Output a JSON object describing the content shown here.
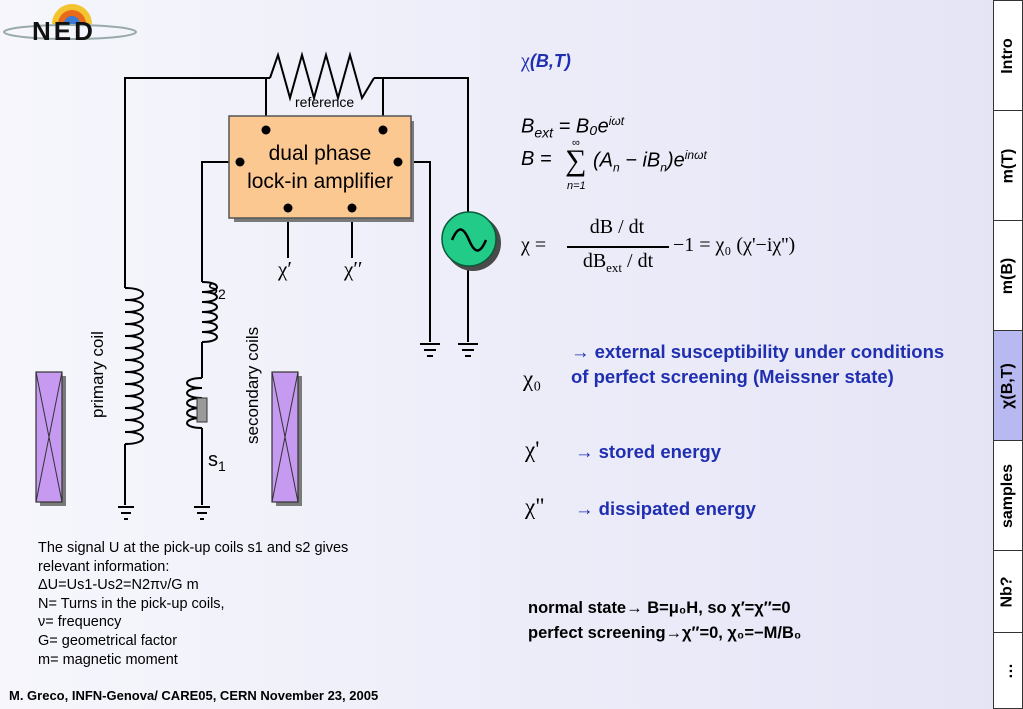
{
  "logo": {
    "text": "NED"
  },
  "diagram": {
    "reference_label": "reference",
    "amp_line1": "dual phase",
    "amp_line2": "lock-in amplifier",
    "out1": "χ′",
    "out2": "χ′′",
    "s2_base": "s",
    "s2_sub": "2",
    "s1_base": "s",
    "s1_sub": "1",
    "primary_label": "primary coil",
    "secondary_label": "secondary coils"
  },
  "equations": {
    "title_chi": "χ",
    "title_rest": "(B,T)",
    "bext_lhs": "B",
    "bext_sub": "ext",
    "bext_rhs": "= B₀e",
    "bext_exp": "iωt",
    "b_sum_lhs": "B =",
    "b_sum_top": "∞",
    "b_sum_sigma": "∑",
    "b_sum_bottom": "n=1",
    "b_sum_rhs": "(A",
    "b_sum_rhs2": "− iB",
    "b_sum_rhs3": ")e",
    "b_sum_exp": "inωt",
    "n_sub": "n",
    "chi_lhs": "χ =",
    "chi_num": "dB / dt",
    "chi_den": "dB",
    "chi_den_sub": "ext",
    "chi_den2": "/ dt",
    "chi_rhs": "−1 = χ₀ (χ'−iχ'')"
  },
  "meanings": [
    {
      "symbol": "χ₀",
      "text": "→ external susceptibility under conditions of perfect screening (Meissner state)"
    },
    {
      "symbol": "χ'",
      "text": "→ stored energy"
    },
    {
      "symbol": "χ\"",
      "text": "→ dissipated energy"
    }
  ],
  "states": {
    "line1": "normal state→ B=μ₀H, so χ′=χ′′=0",
    "line2": "perfect screening→χ″=0, χ₀=−M/B₀"
  },
  "info": {
    "line1": "The signal U  at the pick-up coils s1 and s2 gives",
    "line2": "relevant information:",
    "line3": "ΔU=Us1-Us2=N2πν/G m",
    "line4": "N= Turns in the pick-up coils,",
    "line5": "ν= frequency",
    "line6": "G= geometrical factor",
    "line7": "m= magnetic moment"
  },
  "footer": "M. Greco, INFN-Genova/ CARE05, CERN November 23, 2005",
  "nav": {
    "tabs": [
      "Intro",
      "m(T)",
      "m(B)",
      "χ(B,T)",
      "samples",
      "Nb?",
      "…"
    ],
    "active": "χ(B,T)"
  },
  "colors": {
    "accent_blue": "#1f2fb0",
    "amp_fill": "#fcc892",
    "ac_source": "#22cc88",
    "sample_fill": "#c59af0",
    "active_tab": "#b9b9f2"
  }
}
